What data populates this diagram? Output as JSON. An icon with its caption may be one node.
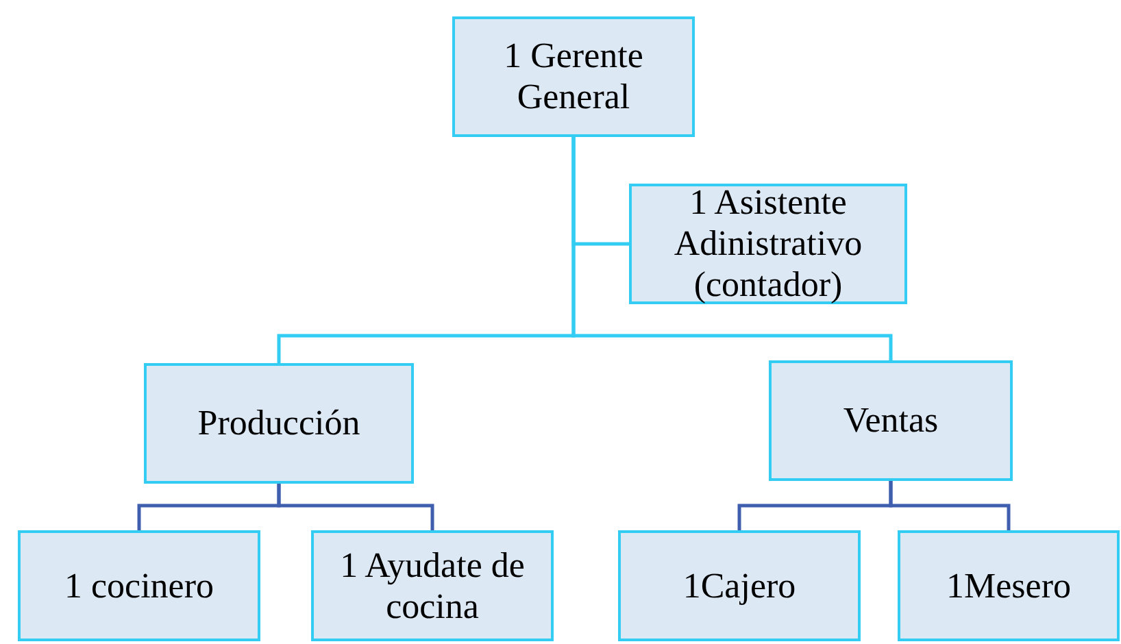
{
  "diagram": {
    "nodes": [
      {
        "text": [
          "1 Gerente General"
        ]
      },
      {
        "text": [
          "1 Asistente Adinistrativo (contador)"
        ]
      },
      {
        "text": [
          "Producción"
        ]
      },
      {
        "text": [
          "Ventas"
        ]
      },
      {
        "text": [
          "1 cocinero"
        ]
      },
      {
        "text": [
          "1 Ayudate de cocina"
        ]
      },
      {
        "text": [
          "1Cajero"
        ]
      },
      {
        "text": [
          "1Mesero"
        ]
      }
    ],
    "edges": [
      {
        "from": 0,
        "to": 1,
        "arrow": "none",
        "color": "#33ccf2"
      },
      {
        "from": 0,
        "to": 2,
        "arrow": "none",
        "color": "#33ccf2"
      },
      {
        "from": 0,
        "to": 3,
        "arrow": "none",
        "color": "#33ccf2"
      },
      {
        "from": 2,
        "to": 4,
        "arrow": "none"
      },
      {
        "from": 2,
        "to": 5,
        "arrow": "none"
      },
      {
        "from": 3,
        "to": 6,
        "arrow": "none"
      },
      {
        "from": 3,
        "to": 7,
        "arrow": "none"
      }
    ]
  }
}
